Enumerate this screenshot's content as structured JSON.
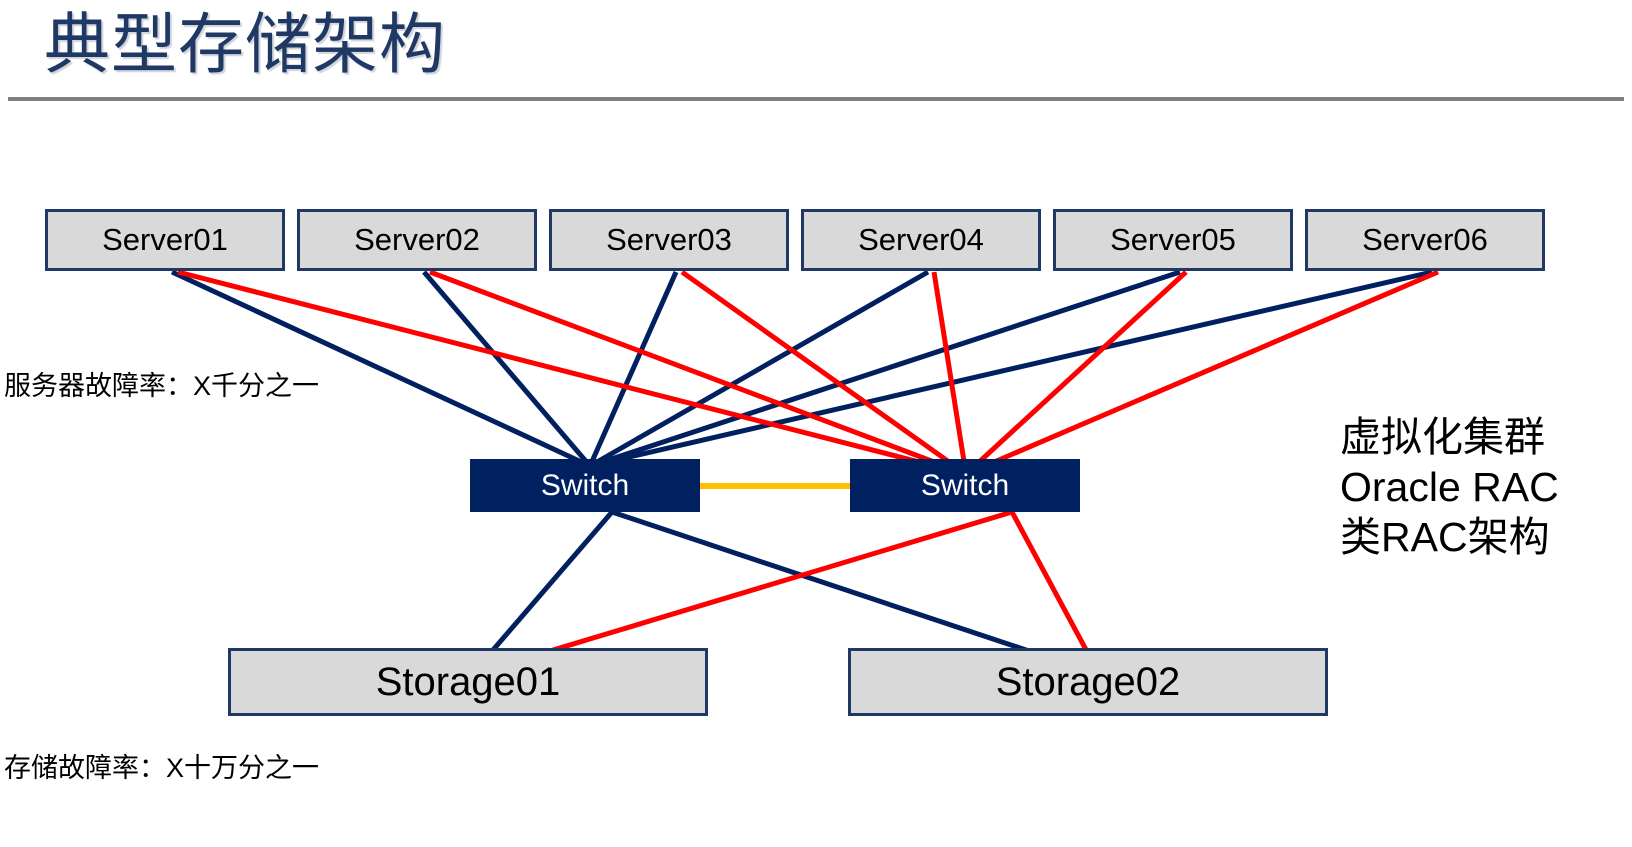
{
  "slide": {
    "title": "典型存储架构",
    "background": "#ffffff",
    "rule_color": "#808080",
    "title_color": "#1f3864"
  },
  "colors": {
    "navy_link": "#002060",
    "red_link": "#ff0000",
    "orange_link": "#ffc000",
    "box_fill": "#d9d9d9",
    "box_border": "#1f3864",
    "switch_fill": "#002060"
  },
  "servers": [
    {
      "label": "Server01"
    },
    {
      "label": "Server02"
    },
    {
      "label": "Server03"
    },
    {
      "label": "Server04"
    },
    {
      "label": "Server05"
    },
    {
      "label": "Server06"
    }
  ],
  "switches": [
    {
      "label": "Switch"
    },
    {
      "label": "Switch"
    }
  ],
  "storages": [
    {
      "label": "Storage01"
    },
    {
      "label": "Storage02"
    }
  ],
  "notes": {
    "server_failure_rate": "服务器故障率：X千分之一",
    "storage_failure_rate": "存储故障率：X十万分之一"
  },
  "cluster_note": {
    "line1": "虚拟化集群",
    "line2": "Oracle RAC",
    "line3": "类RAC架构"
  }
}
